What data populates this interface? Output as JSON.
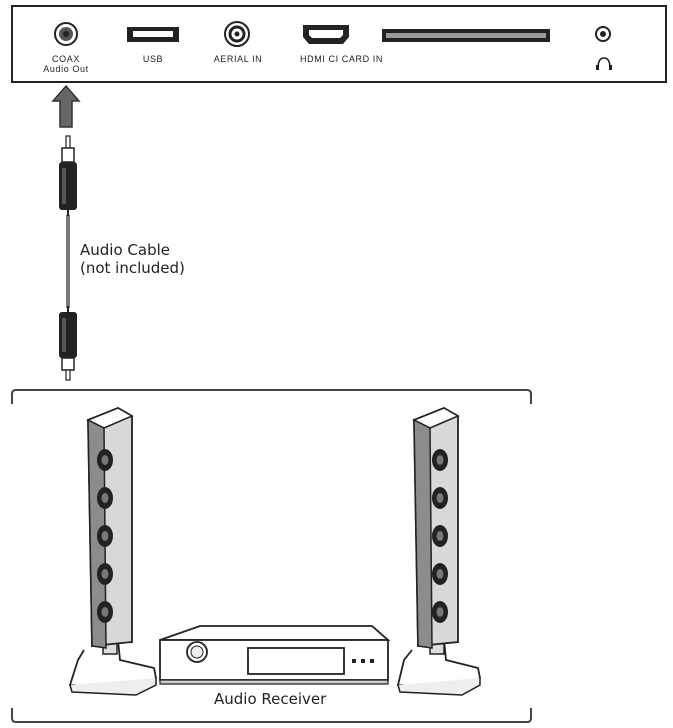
{
  "panel": {
    "ports": [
      {
        "label": "COAX",
        "sublabel": "Audio Out"
      },
      {
        "label": "USB"
      },
      {
        "label": "AERIAL IN"
      },
      {
        "label": "HDMI CI CARD IN"
      }
    ],
    "headphone_icon": "headphone-icon"
  },
  "cable": {
    "label_line1": "Audio Cable",
    "label_line2": "(not included)"
  },
  "receiver": {
    "label": "Audio Receiver"
  },
  "colors": {
    "line": "#222222",
    "panel_fill": "#ffffff",
    "gray": "#9a9a9a"
  }
}
